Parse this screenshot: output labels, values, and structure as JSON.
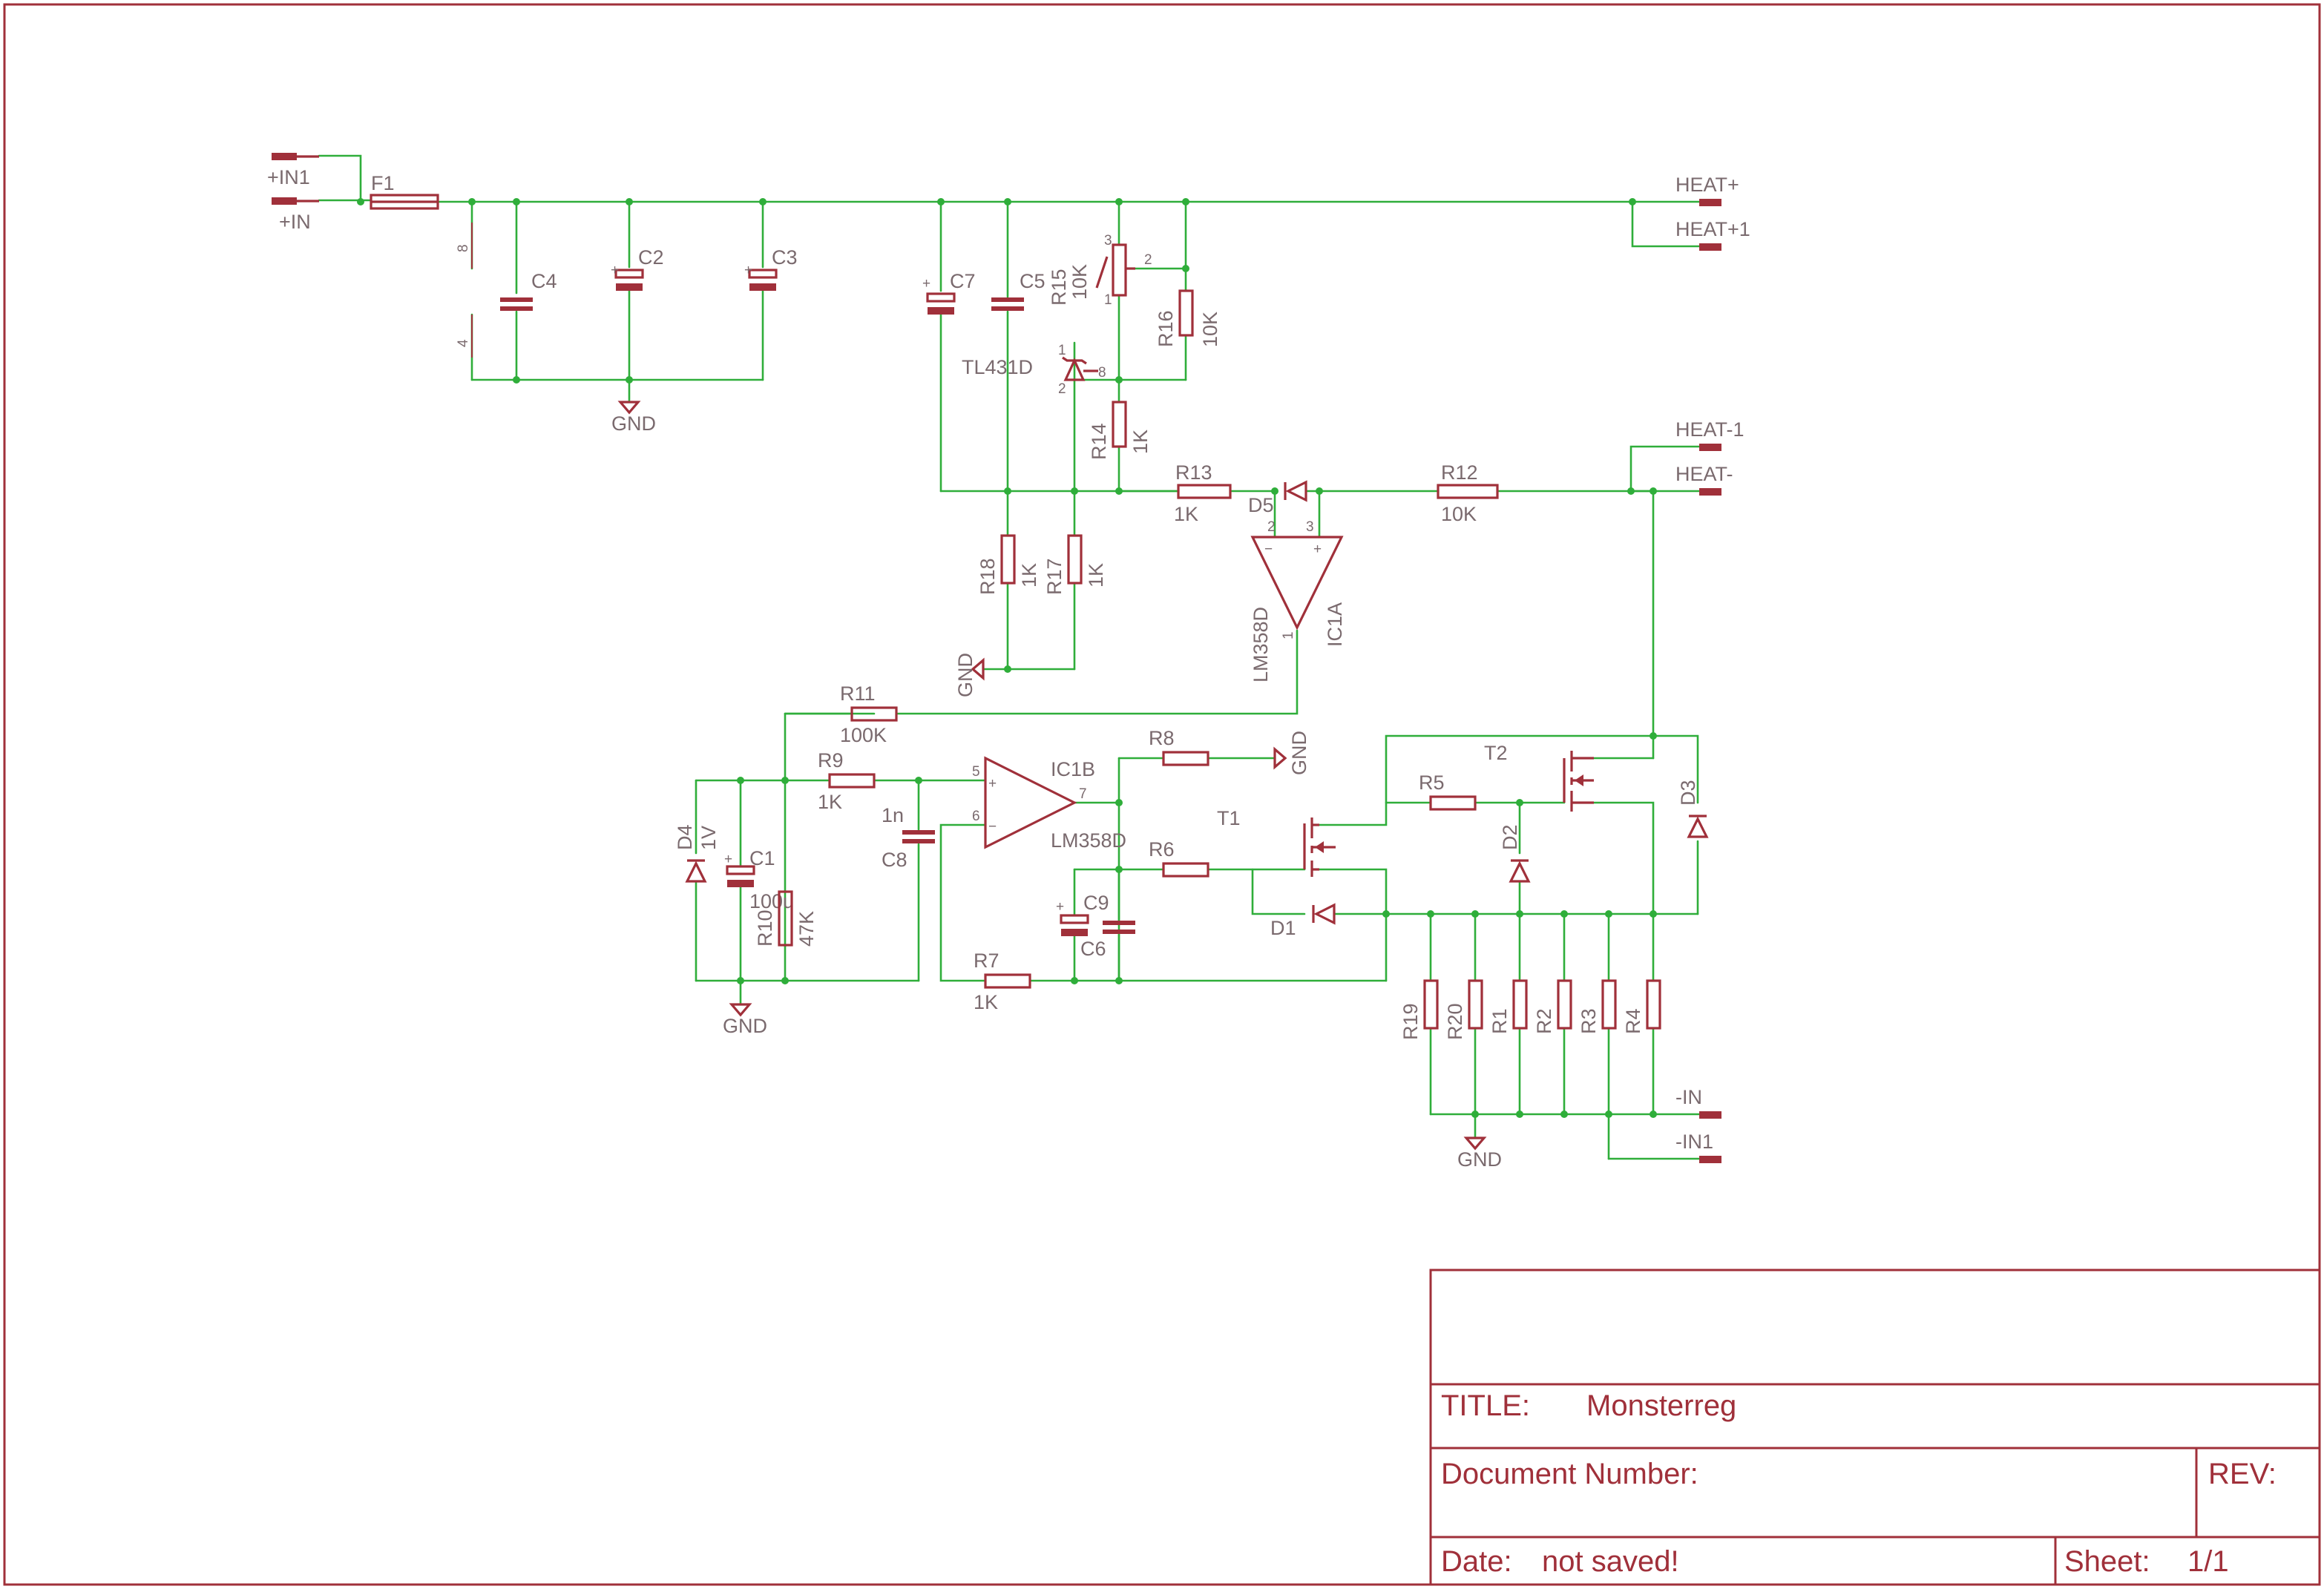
{
  "title_block": {
    "title_label": "TITLE:",
    "title_value": "Monsterreg",
    "doc_number_label": "Document Number:",
    "rev_label": "REV:",
    "date_label": "Date:",
    "date_value": "not saved!",
    "sheet_label": "Sheet:",
    "sheet_value": "1/1"
  },
  "connectors": {
    "in1": "+IN1",
    "in": "+IN",
    "heat_p": "HEAT+",
    "heat_p1": "HEAT+1",
    "heat_m1": "HEAT-1",
    "heat_m": "HEAT-",
    "min": "-IN",
    "min1": "-IN1"
  },
  "gnd": "GND",
  "components": {
    "F1": "F1",
    "C4": "C4",
    "C2": "C2",
    "C3": "C3",
    "C7": "C7",
    "C5": "C5",
    "R15": "R15",
    "R15_val": "10K",
    "R16": "R16",
    "R16_val": "10K",
    "TL431D": "TL431D",
    "R14": "R14",
    "R14_val": "1K",
    "R13": "R13",
    "R13_val": "1K",
    "D5": "D5",
    "R12": "R12",
    "R12_val": "10K",
    "R18": "R18",
    "R18_val": "1K",
    "R17": "R17",
    "R17_val": "1K",
    "IC1A_part": "LM358D",
    "IC1A": "IC1A",
    "R11": "R11",
    "R11_val": "100K",
    "R9": "R9",
    "R9_val": "1K",
    "C8_val": "1n",
    "C8": "C8",
    "IC1B": "IC1B",
    "IC1B_part": "LM358D",
    "R8": "R8",
    "T1": "T1",
    "T2": "T2",
    "R5": "R5",
    "D2": "D2",
    "D3": "D3",
    "R6": "R6",
    "C9": "C9",
    "C6": "C6",
    "D1": "D1",
    "R7": "R7",
    "R7_val": "1K",
    "D4": "D4",
    "D4_val": "1V",
    "C1": "C1",
    "C1_val": "100u",
    "R10": "R10",
    "R10_val": "47K",
    "R19": "R19",
    "R20": "R20",
    "R1": "R1",
    "R2": "R2",
    "R3": "R3",
    "R4": "R4"
  },
  "pins": {
    "p8": "8",
    "p4": "4",
    "p1": "1",
    "p2": "2",
    "p3": "3",
    "p5": "5",
    "p6": "6",
    "p7": "7",
    "plus": "+",
    "minus": "−"
  }
}
